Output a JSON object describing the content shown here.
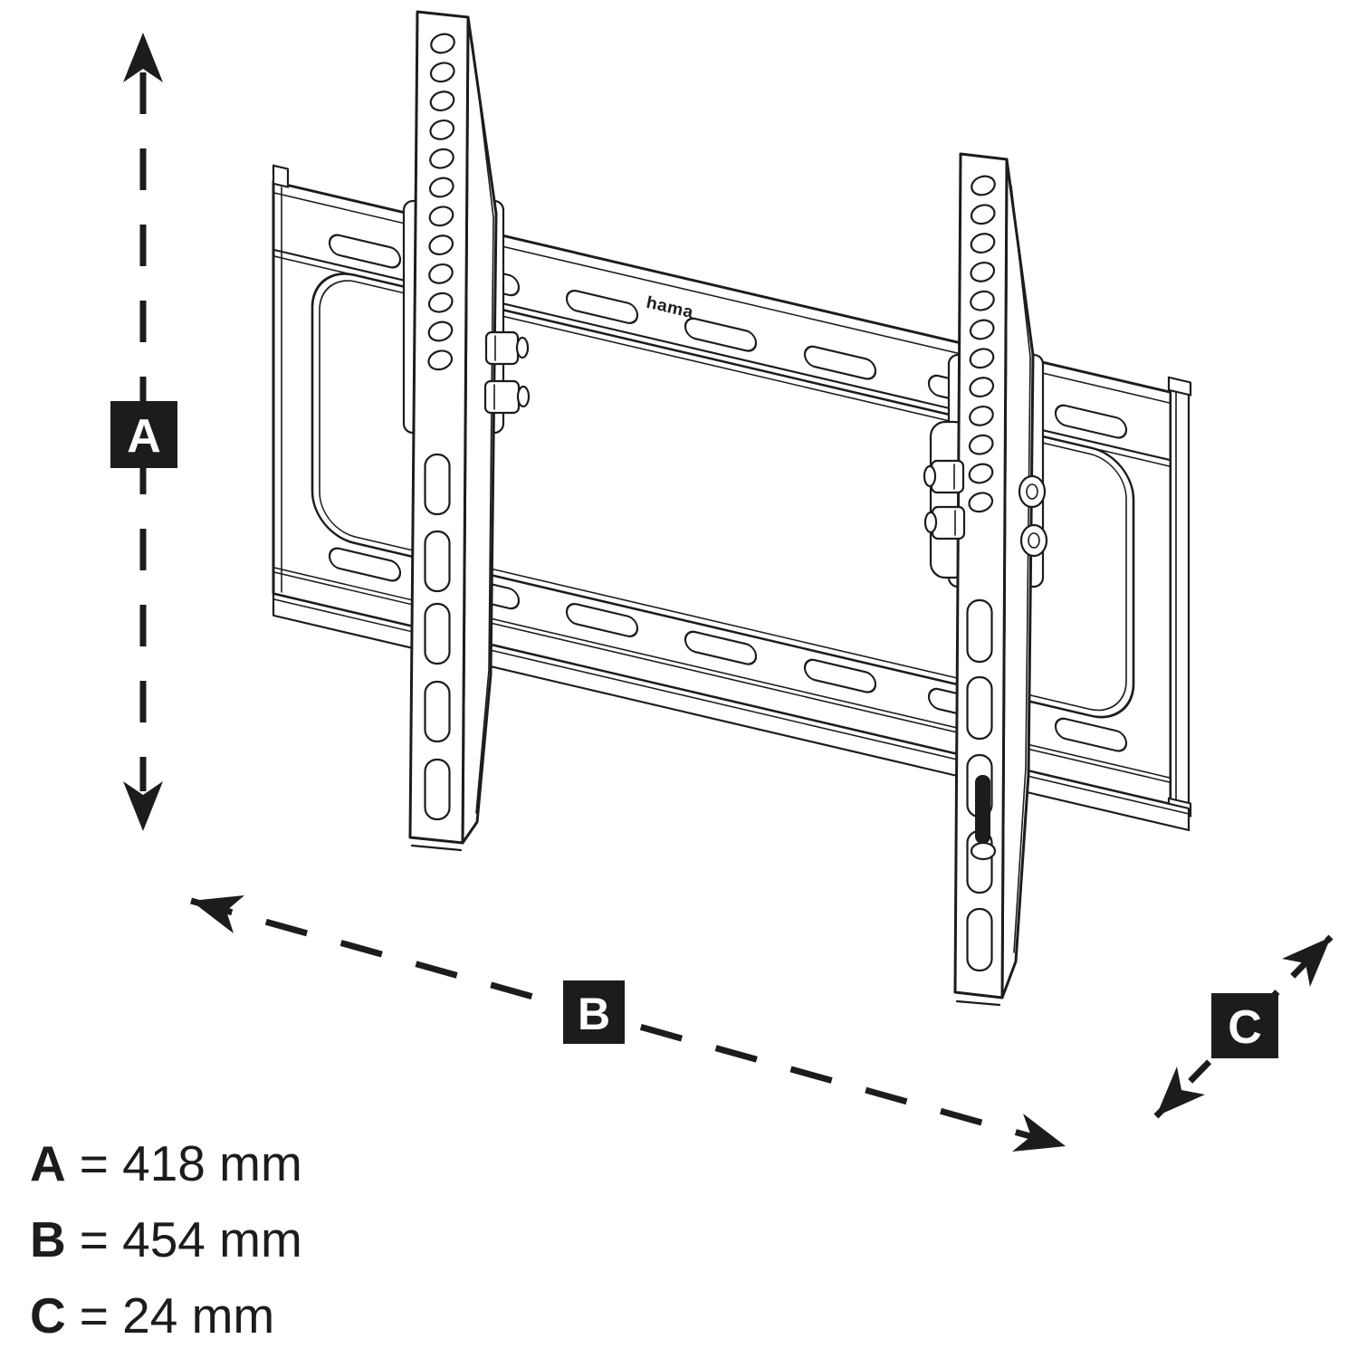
{
  "diagram": {
    "logo": "hama",
    "badges": {
      "a": "A",
      "b": "B",
      "c": "C"
    },
    "legend": [
      {
        "letter": "A",
        "rest": "= 418 mm"
      },
      {
        "letter": "B",
        "rest": "= 454 mm"
      },
      {
        "letter": "C",
        "rest": "= 24 mm"
      }
    ],
    "colors": {
      "ink": "#1c1c1c",
      "paper": "#ffffff"
    }
  }
}
